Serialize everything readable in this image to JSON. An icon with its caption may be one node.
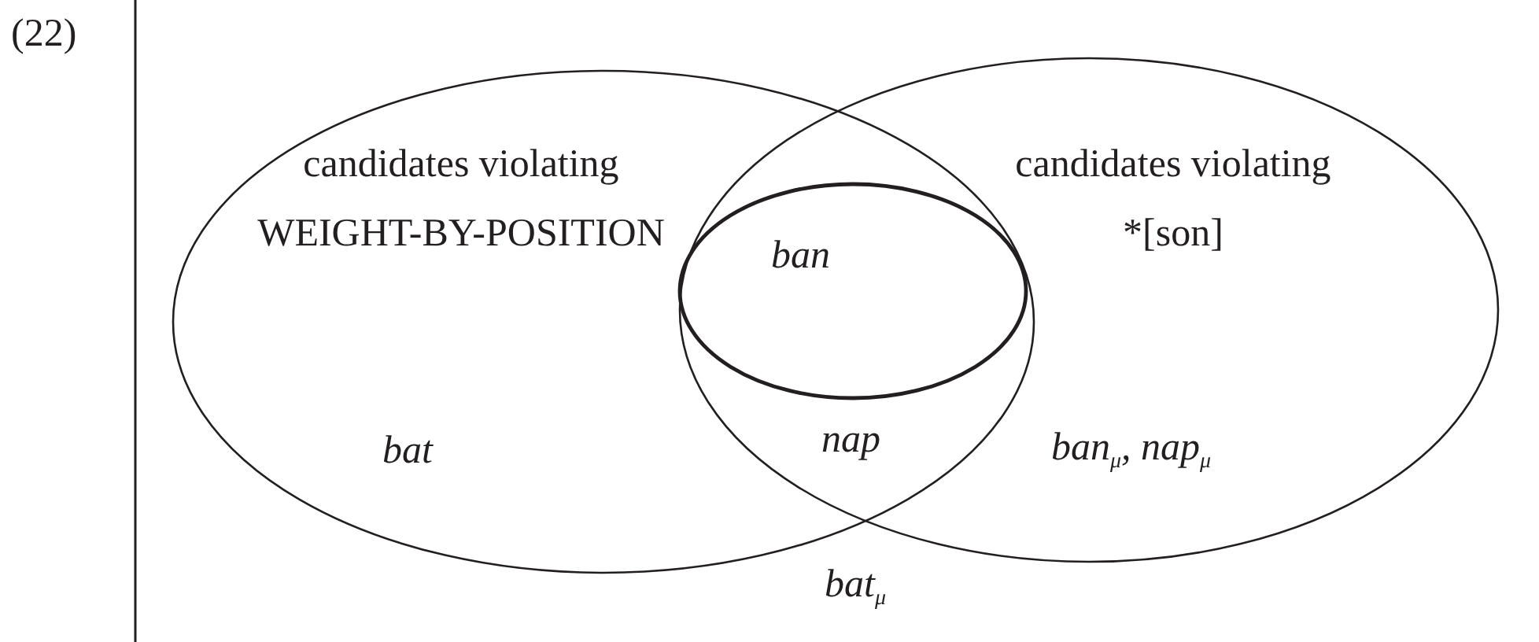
{
  "diagram": {
    "nodes": [
      {
        "text": [
          "candidates violating WEIGHT-BY-POSITION",
          "bat"
        ]
      },
      {
        "text": [
          "ban"
        ]
      },
      {
        "text": [
          "candidates violating *[son]",
          "ban$_{μ}$, nap$_{μ}$"
        ]
      }
    ],
    "labels": [
      "(22)",
      "nap",
      "bat$_{μ}$"
    ]
  }
}
